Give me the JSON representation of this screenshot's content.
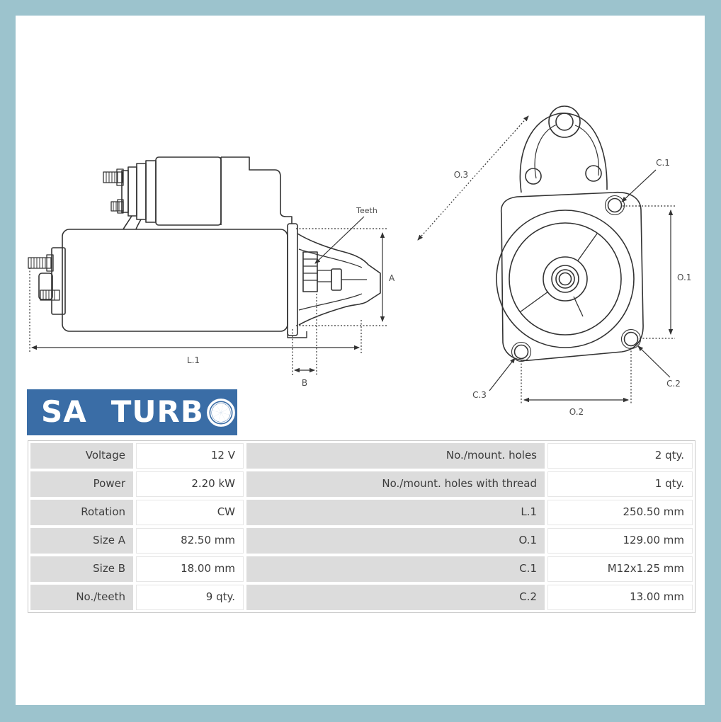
{
  "page": {
    "frame_color": "#9cc3cd",
    "surface_color": "#ffffff"
  },
  "logo": {
    "text_left": "SA",
    "text_right": "TURB",
    "o_icon": "turbo-wheel-icon",
    "background": "#3a6da6",
    "text_color": "#ffffff"
  },
  "diagram": {
    "line_color": "#333333",
    "side_view": {
      "name": "starter motor side view",
      "labels": {
        "teeth": "Teeth",
        "a": "A",
        "l1": "L.1",
        "b": "B"
      }
    },
    "front_view": {
      "name": "starter motor front (drive end) view",
      "labels": {
        "o3": "O.3",
        "c1": "C.1",
        "o1": "O.1",
        "c2": "C.2",
        "c3": "C.3",
        "o2": "O.2"
      }
    }
  },
  "spec_table": {
    "label_bg": "#dcdcdc",
    "border_color": "#c9c9c9",
    "rows": [
      {
        "cells": [
          "Voltage",
          "12 V",
          "No./mount. holes",
          "2 qty."
        ]
      },
      {
        "cells": [
          "Power",
          "2.20 kW",
          "No./mount. holes with thread",
          "1 qty."
        ]
      },
      {
        "cells": [
          "Rotation",
          "CW",
          "L.1",
          "250.50 mm"
        ]
      },
      {
        "cells": [
          "Size A",
          "82.50 mm",
          "O.1",
          "129.00 mm"
        ]
      },
      {
        "cells": [
          "Size B",
          "18.00 mm",
          "C.1",
          "M12x1.25 mm"
        ]
      },
      {
        "cells": [
          "No./teeth",
          "9 qty.",
          "C.2",
          "13.00 mm"
        ]
      }
    ]
  }
}
